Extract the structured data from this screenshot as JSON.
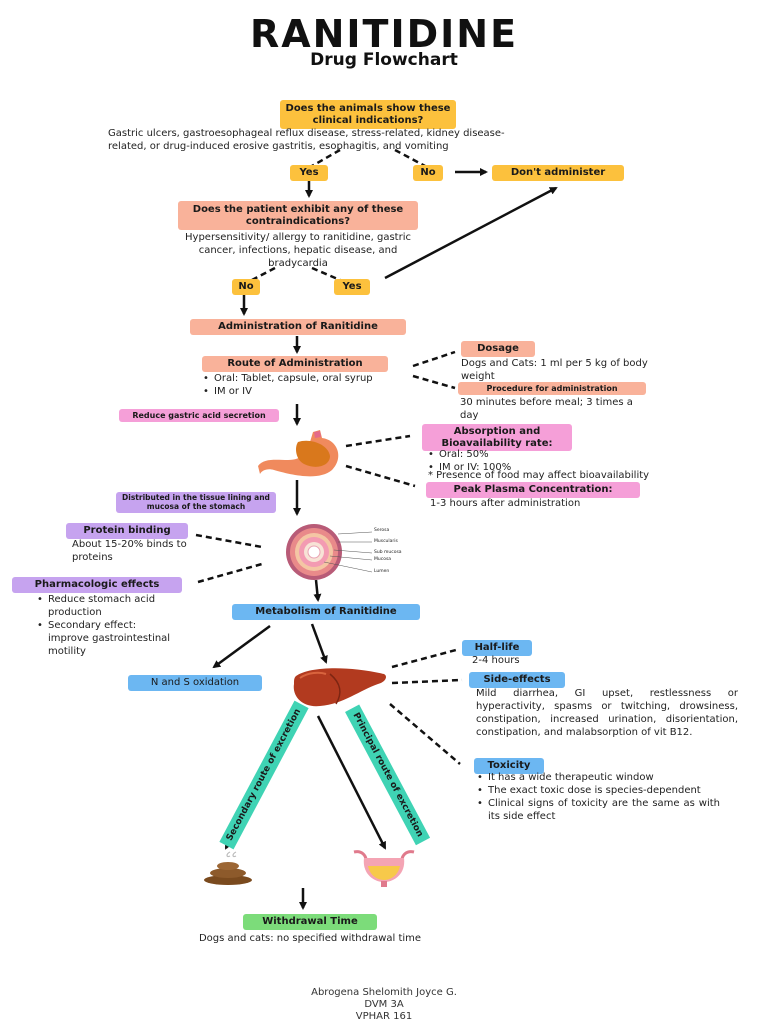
{
  "header": {
    "title": "RANITIDINE",
    "subtitle": "Drug Flowchart"
  },
  "indications": {
    "question": "Does the animals show these clinical indications?",
    "text": "Gastric ulcers, gastroesophageal reflux disease, stress-related, kidney disease-related, or drug-induced erosive gastritis, esophagitis, and vomiting",
    "yes": "Yes",
    "no": "No",
    "dont_administer": "Don't administer"
  },
  "contraindications": {
    "question": "Does the patient exhibit any of these contraindications?",
    "text": "Hypersensitivity/ allergy to ranitidine, gastric cancer, infections, hepatic disease, and bradycardia",
    "no": "No",
    "yes": "Yes"
  },
  "administration": {
    "label": "Administration of Ranitidine"
  },
  "route": {
    "label": "Route of Administration",
    "items": [
      "Oral: Tablet, capsule, oral syrup",
      "IM or IV"
    ]
  },
  "dosage": {
    "label": "Dosage",
    "text": "Dogs and Cats: 1 ml per 5 kg of body weight",
    "procedure_label": "Procedure for administration",
    "procedure_text": "30 minutes before meal; 3 times a day"
  },
  "gastric": {
    "label": "Reduce gastric acid secretion"
  },
  "absorption": {
    "label": "Absorption and Bioavailability rate:",
    "items": [
      "Oral: 50%",
      "IM or IV: 100%"
    ],
    "note": "* Presence of food may affect bioavailability"
  },
  "peak": {
    "label": "Peak Plasma Concentration:",
    "text": "1-3 hours after administration"
  },
  "distribution": {
    "label": "Distributed in the tissue lining and mucosa of the stomach"
  },
  "protein": {
    "label": "Protein binding",
    "text": "About 15-20% binds to proteins"
  },
  "pharmacologic": {
    "label": "Pharmacologic effects",
    "items": [
      "Reduce stomach acid production",
      "Secondary effect: improve gastrointestinal motility"
    ]
  },
  "layers": {
    "labels": [
      "Serosa",
      "Muscularis",
      "Sub mucosa",
      "Mucosa",
      "Lumen"
    ]
  },
  "metabolism": {
    "label": "Metabolism of Ranitidine",
    "oxidation": "N and S oxidation"
  },
  "halflife": {
    "label": "Half-life",
    "text": "2-4 hours"
  },
  "sideeffects": {
    "label": "Side-effects",
    "text": "Mild diarrhea, GI upset, restlessness or hyperactivity, spasms or twitching, drowsiness, constipation, increased urination, disorientation, constipation, and malabsorption of vit B12."
  },
  "toxicity": {
    "label": "Toxicity",
    "items": [
      "It has a wide therapeutic window",
      "The exact toxic dose is species-dependent",
      "Clinical signs of toxicity are the same as with its side effect"
    ]
  },
  "excretion": {
    "secondary": "Secondary route of excretion",
    "principal": "Principal route of excretion"
  },
  "withdrawal": {
    "label": "Withdrawal Time",
    "text": "Dogs and cats: no specified withdrawal time"
  },
  "footer": {
    "name": "Abrogena Shelomith Joyce G.",
    "program": "DVM 3A",
    "course": "VPHAR 161"
  },
  "colors": {
    "yellow": "#fcc13d",
    "salmon": "#f9b29a",
    "pink": "#f59fd8",
    "purple": "#c6a3ef",
    "blue": "#6cb7f2",
    "green": "#7cdc7a",
    "teal": "#3fd3b4"
  }
}
